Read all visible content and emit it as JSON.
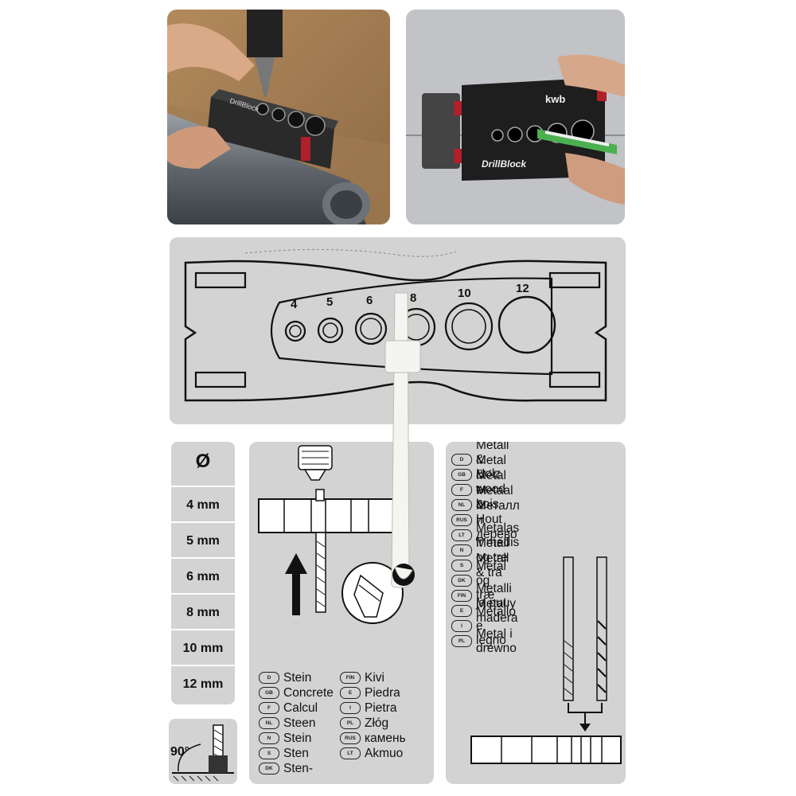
{
  "photos": {
    "left_brand": "DrillBlock",
    "right_brand": "kwb",
    "right_product": "DrillBlock"
  },
  "block_diagram": {
    "hole_sizes": [
      "4",
      "5",
      "6",
      "8",
      "10",
      "12"
    ]
  },
  "size_column": {
    "symbol": "Ø",
    "sizes": [
      "4 mm",
      "5 mm",
      "6 mm",
      "8 mm",
      "10 mm",
      "12 mm"
    ],
    "angle": "90°"
  },
  "stone_languages": {
    "left": [
      {
        "code": "D",
        "text": "Stein"
      },
      {
        "code": "GB",
        "text": "Concrete"
      },
      {
        "code": "F",
        "text": "Calcul"
      },
      {
        "code": "NL",
        "text": "Steen"
      },
      {
        "code": "N",
        "text": "Stein"
      },
      {
        "code": "S",
        "text": "Sten"
      },
      {
        "code": "DK",
        "text": "Sten-"
      }
    ],
    "right": [
      {
        "code": "FIN",
        "text": "Kivi"
      },
      {
        "code": "E",
        "text": "Piedra"
      },
      {
        "code": "I",
        "text": "Pietra"
      },
      {
        "code": "PL",
        "text": "Złóg"
      },
      {
        "code": "RUS",
        "text": "камень"
      },
      {
        "code": "LT",
        "text": "Akmuo"
      }
    ]
  },
  "metal_languages": [
    {
      "code": "D",
      "text": "Metall & Holz"
    },
    {
      "code": "GB",
      "text": "Metal & wood"
    },
    {
      "code": "F",
      "text": "Métal et bois"
    },
    {
      "code": "NL",
      "text": "Metaal & Hout"
    },
    {
      "code": "RUS",
      "text": "Металл и дерево"
    },
    {
      "code": "LT",
      "text": "Metalas ir medis"
    },
    {
      "code": "N",
      "text": "Metall og tre"
    },
    {
      "code": "S",
      "text": "Metall & trä"
    },
    {
      "code": "DK",
      "text": "Metal og træ"
    },
    {
      "code": "FIN",
      "text": "Metalli ja puu"
    },
    {
      "code": "E",
      "text": "Metal y madera"
    },
    {
      "code": "I",
      "text": "Metallo e legno"
    },
    {
      "code": "PL",
      "text": "Metal i drewno"
    }
  ],
  "colors": {
    "panel": "#d3d3d3",
    "ink": "#111111",
    "tie": "#f4f4f0"
  }
}
